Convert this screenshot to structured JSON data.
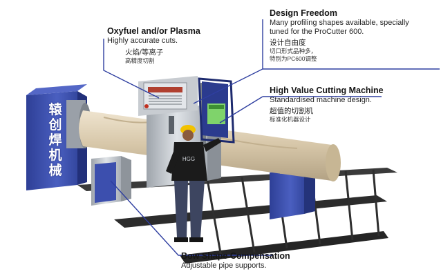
{
  "callouts": {
    "design_freedom": {
      "title": "Design Freedom",
      "body_line1": "Many profiling shapes available, specially",
      "body_line2": "tuned for the ProCutter 600.",
      "cn_title": "设计自由度",
      "cn_line1": "切口形式品种多，",
      "cn_line2": "特别为PC600调整"
    },
    "oxyfuel": {
      "title": "Oxyfuel and/or Plasma",
      "body": "Highly accurate cuts.",
      "cn_title": "火焰/等离子",
      "cn_sub": "高精度切割"
    },
    "high_value": {
      "title": "High Value Cutting Machine",
      "body": "Standardised machine design.",
      "cn_title": "超值的切割机",
      "cn_sub": "标准化机器设计"
    },
    "bow_shape": {
      "title": "Bow Shape Compensation",
      "body": "Adjustable pipe supports."
    }
  },
  "vertical_label": [
    "辕",
    "创",
    "焊",
    "机",
    "械"
  ],
  "colors": {
    "machine_blue": "#3a4fa8",
    "leader_blue": "#2f3fa0",
    "steel_grey": "#bfc4ca",
    "rail_dark": "#2a2a2a",
    "pipe_tan": "#d8c9ad",
    "helmet_yellow": "#f2c200",
    "screen_green": "#7fd36b"
  }
}
